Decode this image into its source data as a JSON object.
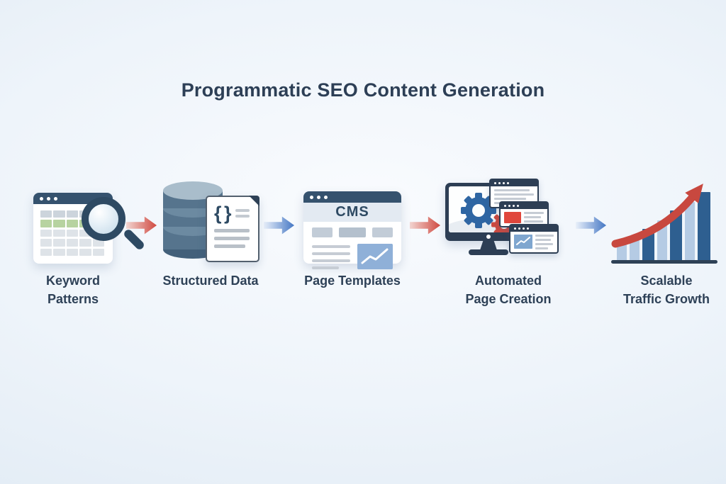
{
  "title": "Programmatic SEO Content Generation",
  "steps": [
    {
      "name": "keyword-patterns",
      "lines": [
        "Keyword Patterns"
      ]
    },
    {
      "name": "structured-data",
      "lines": [
        "Structured Data"
      ]
    },
    {
      "name": "page-templates",
      "lines": [
        "Page Templates"
      ],
      "cms_label": "CMS"
    },
    {
      "name": "automated-page-creation",
      "lines": [
        "Automated",
        "Page Creation"
      ]
    },
    {
      "name": "scalable-traffic-growth",
      "lines": [
        "Scalable",
        "Traffic Growth"
      ]
    }
  ],
  "icons": {
    "doc_braces": "{ }"
  },
  "arrows": [
    {
      "between": [
        "keyword-patterns",
        "structured-data"
      ],
      "color": "red"
    },
    {
      "between": [
        "structured-data",
        "page-templates"
      ],
      "color": "blue"
    },
    {
      "between": [
        "page-templates",
        "automated-page-creation"
      ],
      "color": "red"
    },
    {
      "between": [
        "automated-page-creation",
        "scalable-traffic-growth"
      ],
      "color": "blue"
    }
  ],
  "colors": {
    "title_text": "#2d3f56",
    "label_text": "#2e4157",
    "arrow_red": "#d04a41",
    "arrow_blue": "#4577c4",
    "window_header": "#35526e",
    "monitor_frame": "#2d3e54",
    "gear_blue": "#2f66a3",
    "gear_red": "#cc4a41",
    "sheet_green_row": "#b7d3a0",
    "bar_light": "#b5cbe4",
    "bar_dark": "#2e5f90",
    "growth_arrow": "#c8483f"
  },
  "growth_chart": {
    "bars": [
      {
        "tone": "light",
        "height": 24,
        "width": 14
      },
      {
        "tone": "light",
        "height": 32,
        "width": 14
      },
      {
        "tone": "dark",
        "height": 44,
        "width": 17
      },
      {
        "tone": "light",
        "height": 56,
        "width": 14
      },
      {
        "tone": "dark",
        "height": 70,
        "width": 17
      },
      {
        "tone": "light",
        "height": 82,
        "width": 14
      },
      {
        "tone": "dark",
        "height": 96,
        "width": 18
      }
    ]
  }
}
